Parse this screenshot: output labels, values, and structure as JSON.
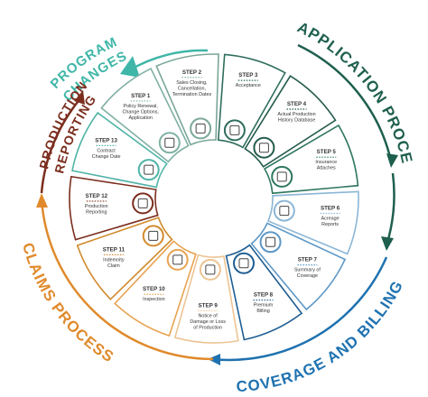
{
  "phases": [
    {
      "id": "program",
      "label_lines": [
        "PROGRAM",
        "CHANGES"
      ],
      "color": "#3fb6a8"
    },
    {
      "id": "application",
      "label_lines": [
        "APPLICATION PROCESS"
      ],
      "color": "#1e5f4e"
    },
    {
      "id": "coverage",
      "label_lines": [
        "COVERAGE AND BILLING"
      ],
      "color": "#1f72b0"
    },
    {
      "id": "claims",
      "label_lines": [
        "CLAIMS PROCESS"
      ],
      "color": "#e08a2c"
    },
    {
      "id": "production",
      "label_lines": [
        "PRODUCTION",
        "REPORTING"
      ],
      "color": "#7b2e1e"
    }
  ],
  "steps": [
    {
      "title": "STEP 1",
      "lines": [
        "Policy Renewal,",
        "Change Options,",
        "Application"
      ],
      "icon": "document-icon",
      "color": "#7fb0a4"
    },
    {
      "title": "STEP 2",
      "lines": [
        "Sales Closing,",
        "Cancellation,",
        "Termination Dates"
      ],
      "icon": "calendar-icon",
      "color": "#7aa798"
    },
    {
      "title": "STEP 3",
      "lines": [
        "Acceptance"
      ],
      "icon": "handshake-icon",
      "color": "#2f6d5d"
    },
    {
      "title": "STEP 4",
      "lines": [
        "Actual Production",
        "History Database"
      ],
      "icon": "tractor-icon",
      "color": "#245b4c"
    },
    {
      "title": "STEP 5",
      "lines": [
        "Insurance",
        "Attaches"
      ],
      "icon": "target-icon",
      "color": "#2e7660"
    },
    {
      "title": "STEP 6",
      "lines": [
        "Acreage",
        "Reports"
      ],
      "icon": "map-icon",
      "color": "#8cb6d6"
    },
    {
      "title": "STEP 7",
      "lines": [
        "Summary of",
        "Coverage"
      ],
      "icon": "clipboard-icon",
      "color": "#5c97c6"
    },
    {
      "title": "STEP 8",
      "lines": [
        "Premium",
        "Billing"
      ],
      "icon": "box-icon",
      "color": "#1f5e93"
    },
    {
      "title": "STEP 9",
      "lines": [
        "Notice of",
        "Damage or Loss",
        "of Production"
      ],
      "icon": "pen-icon",
      "color": "#edc493"
    },
    {
      "title": "STEP 10",
      "lines": [
        "Inspection"
      ],
      "icon": "magnifier-icon",
      "color": "#e8a352"
    },
    {
      "title": "STEP 11",
      "lines": [
        "Indemnity",
        "Claim"
      ],
      "icon": "money-icon",
      "color": "#d08a2c"
    },
    {
      "title": "STEP 12",
      "lines": [
        "Production",
        "Reporting"
      ],
      "icon": "report-icon",
      "color": "#7b2e1e"
    },
    {
      "title": "STEP 13",
      "lines": [
        "Contract",
        "Change Date"
      ],
      "icon": "contract-icon",
      "color": "#4fb3a6"
    }
  ]
}
